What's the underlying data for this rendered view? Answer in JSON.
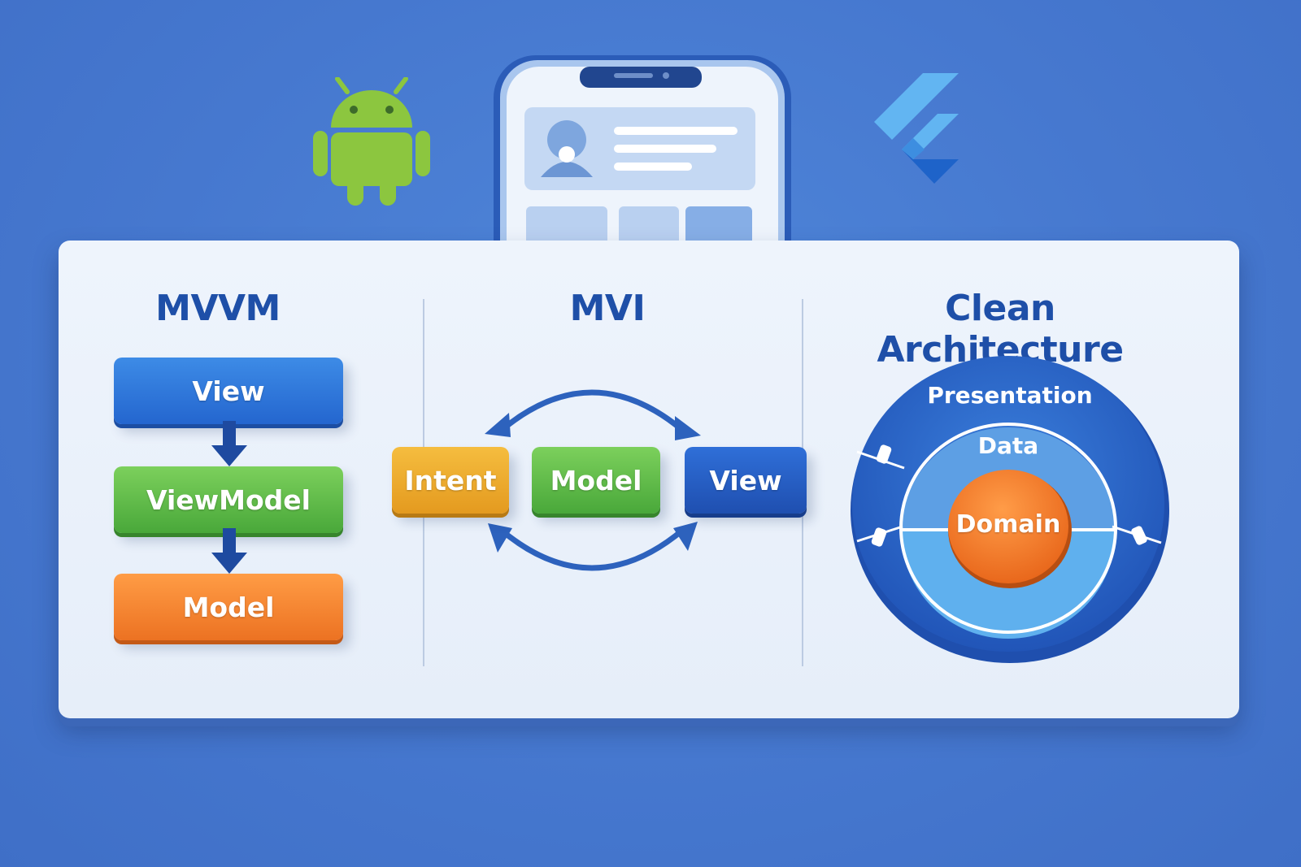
{
  "mvvm": {
    "title": "MVVM",
    "layers": [
      "View",
      "ViewModel",
      "Model"
    ]
  },
  "mvi": {
    "title": "MVI",
    "cycle": [
      "Intent",
      "Model",
      "View"
    ]
  },
  "clean": {
    "title": "Clean Architecture",
    "rings": [
      "Presentation",
      "Data",
      "Domain"
    ]
  },
  "icons": {
    "left": "android-robot-icon",
    "center": "smartphone-app-icon",
    "right": "flutter-logo-icon"
  },
  "colors": {
    "background": "#4678cf",
    "card": "#eef4fc",
    "title": "#1e4fa8",
    "blue": "#2466cf",
    "green": "#49a83a",
    "orange": "#ec7222",
    "yellow": "#e49a1f",
    "android": "#8bc34a",
    "flutter": "#5fb4f3"
  }
}
